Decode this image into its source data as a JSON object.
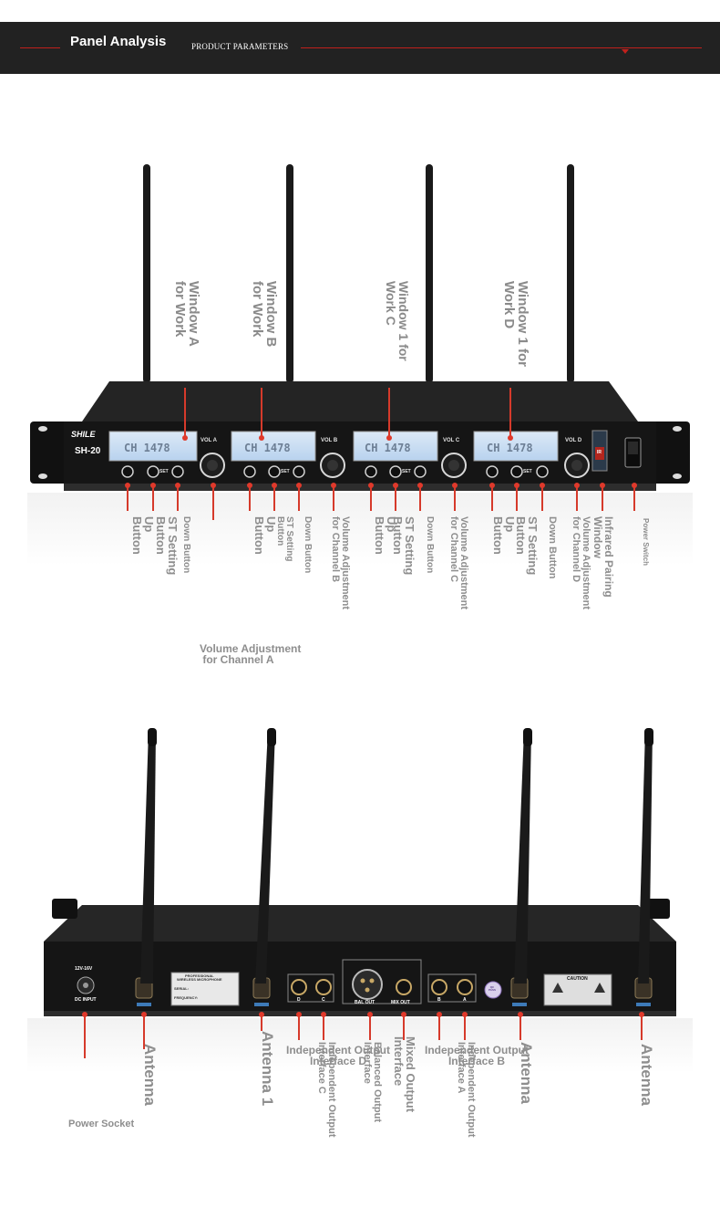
{
  "header": {
    "title": "Panel Analysis",
    "subtitle": "PRODUCT PARAMETERS"
  },
  "front_panel": {
    "brand": "SHILE",
    "model": "SH-20",
    "vol_labels": [
      "VOL A",
      "VOL B",
      "VOL C",
      "VOL D"
    ],
    "lcd_text": "CH 1478",
    "button_set": "SET",
    "ir_label": "IR",
    "window_labels": {
      "a": "Window A\nfor Work",
      "b": "Window B\nfor Work",
      "c": "Window 1 for\nWork C",
      "d": "Window 1 for\nWork D"
    },
    "bottom_labels": {
      "a_up": "Up\nButton",
      "a_set": "ST Setting\nButton",
      "a_down": "Down Button",
      "a_vol": "Volume Adjustment\n for Channel A",
      "b_up": "Up\nButton",
      "b_set": "ST Setting\nButton",
      "b_down": "Down Button",
      "b_vol": "Volume Adjustment\nfor Channel B",
      "c_up": "Up\nButton",
      "c_set": "ST Setting\nButton",
      "c_down": "Down Button",
      "c_vol": "Volume Adjustment\nfor Channel C",
      "d_up": "Up\nButton",
      "d_set": "ST Setting\nButton",
      "d_down": "Down Button",
      "d_vol": "Volume Adjustment\nfor Channel D",
      "ir": "Infrared Pairing\nWindow",
      "power": "Power Switch"
    }
  },
  "rear_panel": {
    "dc_text": "12V-16V",
    "dc_input": "DC INPUT",
    "sticker_title": "PROFESSIONAL\nWIRELESS MICROPHONE",
    "serial": "SERIAL:",
    "frequency": "FREQUENCY:",
    "port_d": "D",
    "port_c": "C",
    "bal_out": "BAL OUT",
    "mix_out": "MIX OUT",
    "port_b": "B",
    "port_a": "A",
    "qc": "QC\nPASS",
    "caution": "CAUTION",
    "labels": {
      "antenna_1": "Antenna",
      "antenna_2": "Antenna 1",
      "out_d": "Independent Output\nInterface D",
      "out_c": "Independent Output\nInterface C",
      "bal": "Balanced Output\nInterface",
      "mix": "Mixed Output\nInterface",
      "out_b": "Independent Output\nInterface B",
      "out_a": "Independent Output\nInterface A",
      "antenna_3": "Antenna",
      "antenna_4": "Antenna",
      "power_socket": "Power Socket"
    }
  }
}
